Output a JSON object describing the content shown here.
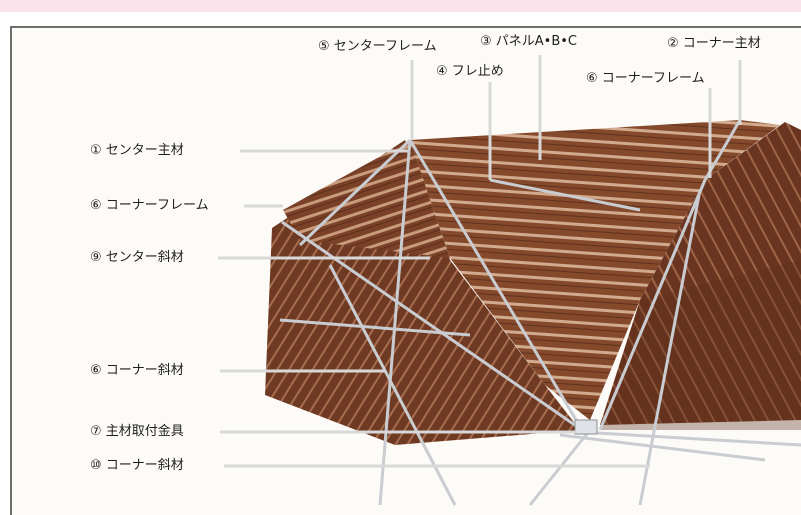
{
  "labels": [
    {
      "id": "l1",
      "text": "① センター主材"
    },
    {
      "id": "l2",
      "text": "⑥ コーナーフレーム"
    },
    {
      "id": "l3",
      "text": "⑨ センター斜材"
    },
    {
      "id": "l4",
      "text": "⑥ コーナー斜材"
    },
    {
      "id": "l5",
      "text": "⑦ 主材取付金具"
    },
    {
      "id": "l6",
      "text": "⑩ コーナー斜材"
    },
    {
      "id": "l7",
      "text": "⑤ センターフレーム"
    },
    {
      "id": "l8",
      "text": "③ パネルA•B•C"
    },
    {
      "id": "l9",
      "text": "④ フレ止め"
    },
    {
      "id": "l10",
      "text": "② コーナー主材"
    },
    {
      "id": "l11",
      "text": "⑥ コーナーフレーム"
    }
  ],
  "colors": {
    "top_band": "#fbe3ec",
    "wood_dark": "#6b3a24",
    "wood_mid": "#8a5234",
    "wood_light": "#b98a6a",
    "metal": "#c9ccd0",
    "leader": "#d8d8d8"
  }
}
